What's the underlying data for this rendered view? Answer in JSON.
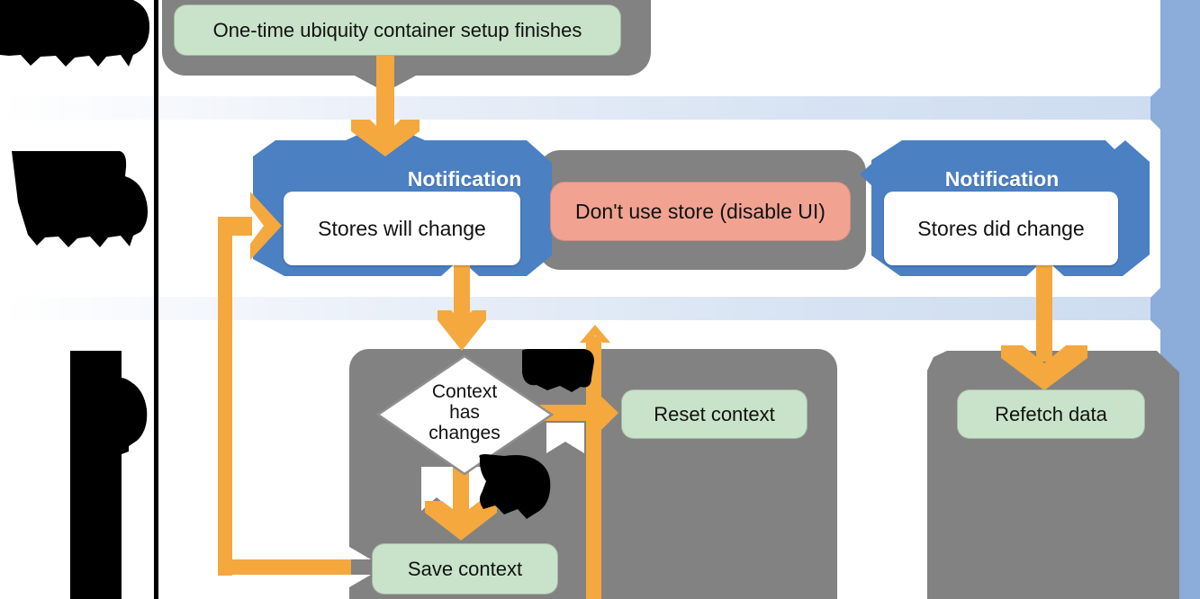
{
  "diagram": {
    "setup_event_label": "One-time ubiquity container setup finishes",
    "notifications": [
      {
        "title": "Notification",
        "body": "Stores will change"
      },
      {
        "title": "Notification",
        "body": "Stores did change"
      }
    ],
    "disable_label": "Don't use store (disable UI)",
    "decision_label": "Context\nhas\nchanges",
    "actions": {
      "reset": "Reset context",
      "save": "Save context",
      "refetch": "Refetch data"
    },
    "colors": {
      "arrow_orange": "#f4a83e",
      "notification_blue": "#4b80c3",
      "container_gray": "#828282",
      "action_green": "#c8e3c9",
      "warning_salmon": "#f1a291",
      "timeline_band": "#cddcf0",
      "side_bar_blue": "#8cacd9"
    }
  }
}
